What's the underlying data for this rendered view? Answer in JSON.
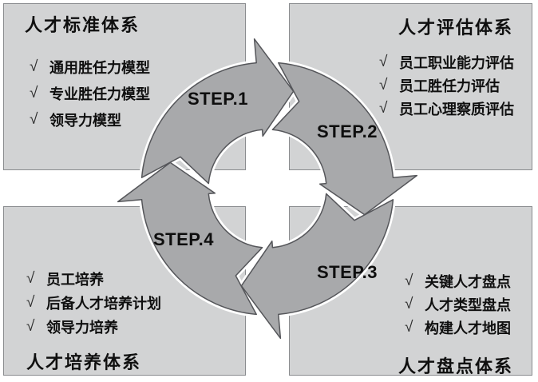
{
  "diagram": {
    "check_glyph": "√",
    "steps": [
      {
        "label": "STEP.1"
      },
      {
        "label": "STEP.2"
      },
      {
        "label": "STEP.3"
      },
      {
        "label": "STEP.4"
      }
    ],
    "panels": {
      "standard": {
        "title": "人才标准体系",
        "items": [
          "通用胜任力模型",
          "专业胜任力模型",
          "领导力模型"
        ]
      },
      "evaluation": {
        "title": "人才评估体系",
        "items": [
          "员工职业能力评估",
          "员工胜任力评估",
          "员工心理察质评估"
        ]
      },
      "inventory": {
        "title": "人才盘点体系",
        "items": [
          "关键人才盘点",
          "人才类型盘点",
          "构建人才地图"
        ]
      },
      "development": {
        "title": "人才培养体系",
        "items": [
          "员工培养",
          "后备人才培养计划",
          "领导力培养"
        ]
      }
    },
    "colors": {
      "background": "#ffffff",
      "panel_fill": "#d2d3d4",
      "panel_border": "#8a8c8f",
      "arrow_fill": "#a8a9ab",
      "arrow_outline": "#55565a",
      "arrow_gap": "#ffffff",
      "text": "#0f0f0f"
    }
  }
}
